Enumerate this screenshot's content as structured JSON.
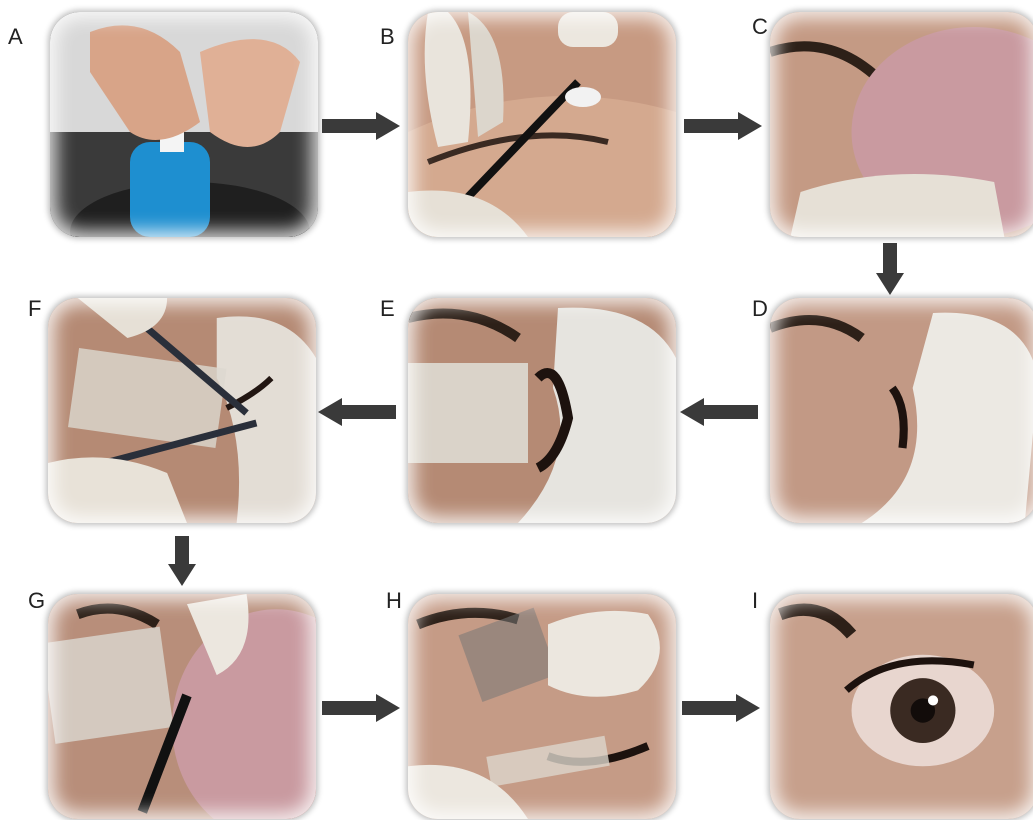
{
  "panels": [
    {
      "label": "A",
      "subject": "hands-sanitizer-bottle"
    },
    {
      "label": "B",
      "subject": "brush-cleansing-lashes"
    },
    {
      "label": "C",
      "subject": "pink-shield-under-eye"
    },
    {
      "label": "D",
      "subject": "under-eye-gel-pad"
    },
    {
      "label": "E",
      "subject": "tape-and-gel-pad"
    },
    {
      "label": "F",
      "subject": "tweezers-applying-lash"
    },
    {
      "label": "G",
      "subject": "spoolie-brushing-lashes"
    },
    {
      "label": "H",
      "subject": "removing-tape"
    },
    {
      "label": "I",
      "subject": "finished-eye"
    }
  ],
  "colors": {
    "skin": "#c99a80",
    "glove": "#e8e2d8",
    "shield": "#c99aa0",
    "arrow": "#3a3a3a",
    "bottle": "#1e8fd0"
  }
}
